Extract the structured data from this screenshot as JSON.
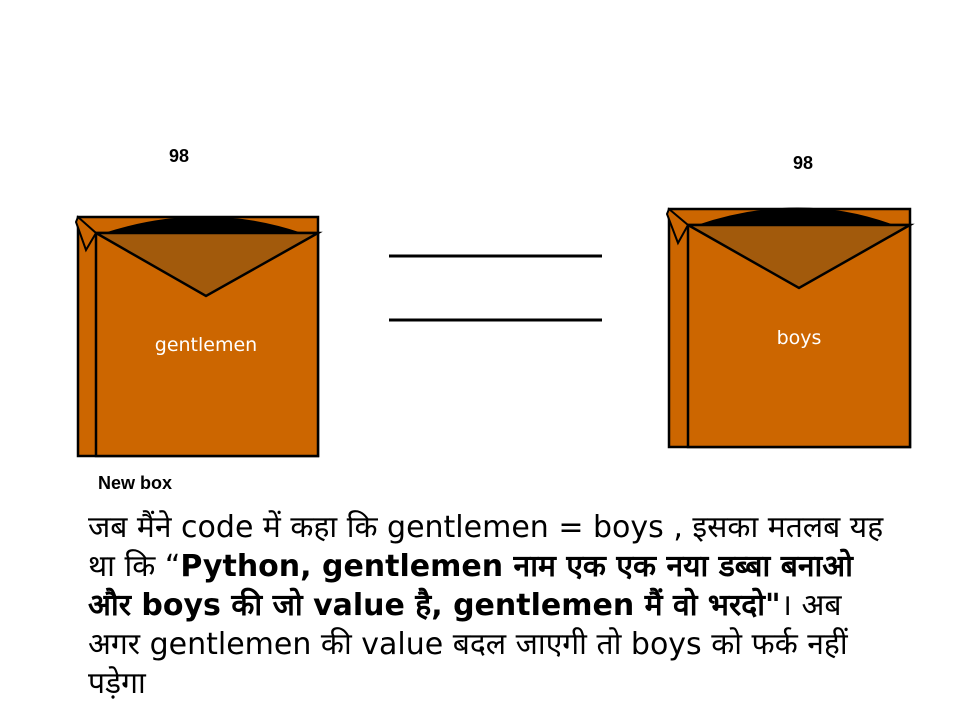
{
  "left_box": {
    "value": "98",
    "name": "gentlemen",
    "caption": "New box"
  },
  "right_box": {
    "value": "98",
    "name": "boys"
  },
  "operator": "=",
  "colors": {
    "box_fill": "#cc6600",
    "flap_fill": "#a25a0c",
    "outline": "#000000",
    "label_text": "#ffffff"
  },
  "text_block": {
    "part1": "जब मैंने code में कहा कि gentlemen = boys , इसका मतलब यह था कि “",
    "part2_bold": "Python, gentlemen नाम एक एक नया डब्बा बनाओ और boys की जो value है, gentlemen मैं वो भरदो\"",
    "part3": "। अब अगर gentlemen की value बदल जाएगी तो boys को फर्क नहीं पड़ेगा"
  }
}
